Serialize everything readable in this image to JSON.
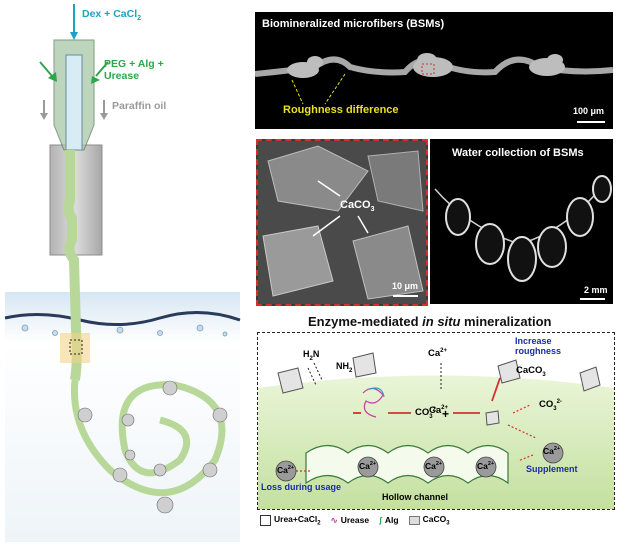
{
  "device": {
    "inlet_inner": "Dex + CaCl",
    "inlet_inner_sub": "2",
    "inlet_middle": [
      "PEG + Alg +",
      "Urease"
    ],
    "inlet_outer": "Paraffin oil"
  },
  "panel_top": {
    "title": "Biomineralized microfibers (BSMs)",
    "annotation": "Roughness difference",
    "scale": "100 μm"
  },
  "panel_sem": {
    "label": "CaCO",
    "label_sub": "3",
    "scale": "10 μm"
  },
  "panel_water": {
    "title": "Water collection of BSMs",
    "scale": "2 mm"
  },
  "schematic": {
    "title_pre": "Enzyme-mediated ",
    "title_italic": "in situ",
    "title_post": " mineralization",
    "urea_top": "H",
    "urea_nh2": "NH",
    "co3": "CO",
    "plus": "+",
    "ca_top": "Ca",
    "ca_mid": "Ca",
    "increase_roughness": [
      "Increase",
      "roughness"
    ],
    "caco3": "CaCO",
    "co3_right": "CO",
    "ca_supplement": "Ca",
    "supplement": "Supplement",
    "ca_beads": [
      "Ca",
      "Ca",
      "Ca"
    ],
    "ca_loss": "Ca",
    "loss": "Loss during usage",
    "hollow": "Hollow channel"
  },
  "legend": {
    "items": [
      "Urea+CaCl",
      "Urease",
      "Alg",
      "CaCO"
    ],
    "subs": [
      "2",
      "",
      "",
      "3"
    ]
  },
  "colors": {
    "teal_arrow": "#1aa3c9",
    "green_arrow": "#2ea64a",
    "gray_arrow": "#9a9a9a",
    "yellow_ann": "#e8e020",
    "red_dash": "#d43030",
    "blue_text": "#1a2aa8",
    "fiber_green": "#b8d89a"
  }
}
